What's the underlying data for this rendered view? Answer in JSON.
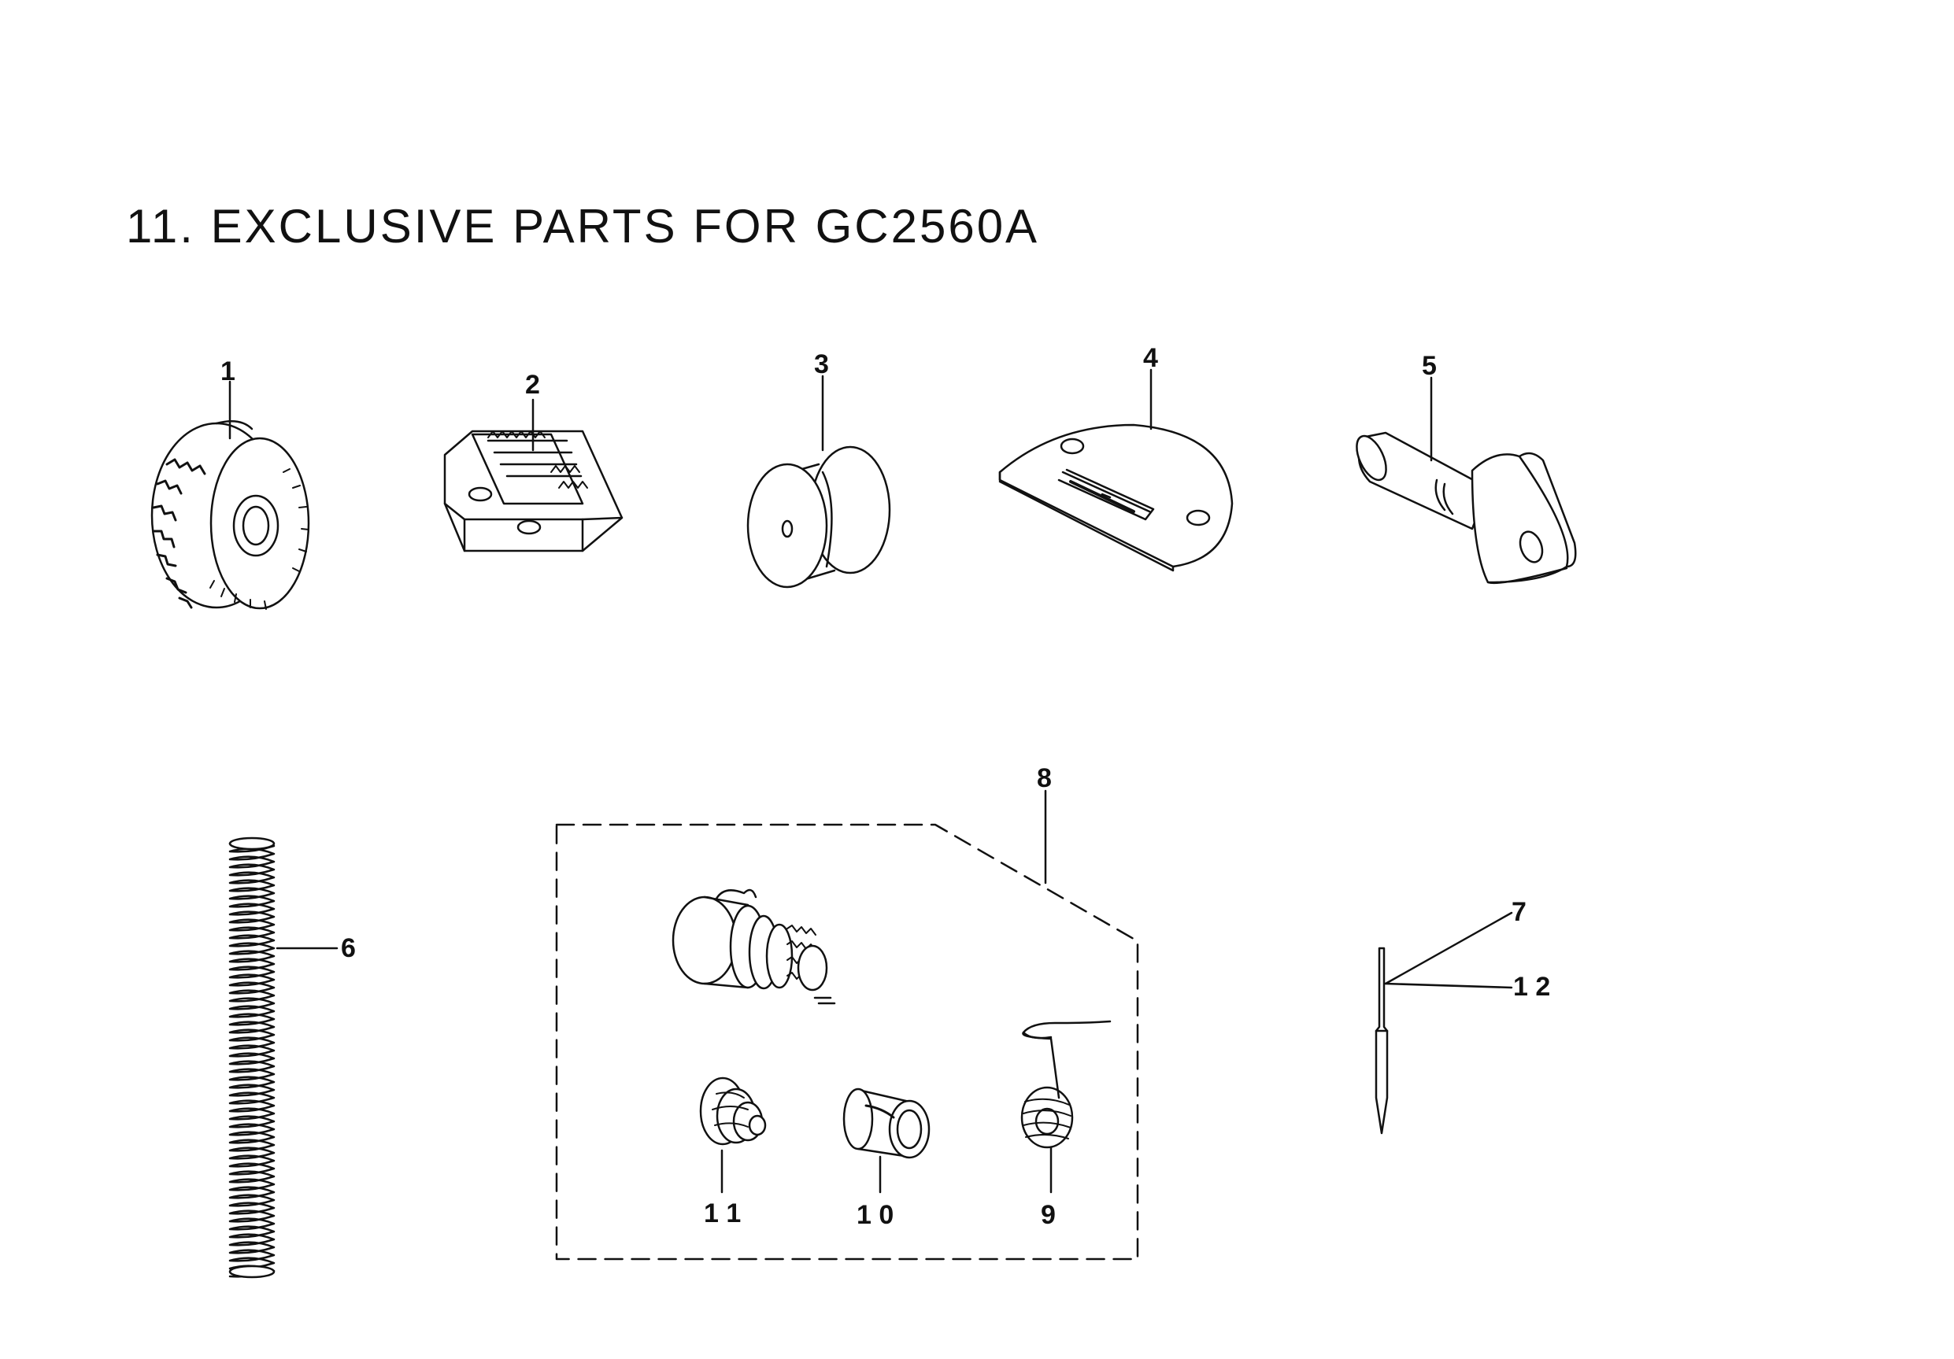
{
  "page": {
    "title": "11. EXCLUSIVE PARTS FOR GC2560A"
  },
  "callouts": {
    "c1": "1",
    "c2": "2",
    "c3": "3",
    "c4": "4",
    "c5": "5",
    "c6": "6",
    "c7": "7",
    "c8": "8",
    "c9": "9",
    "c10": "1 0",
    "c11": "1 1",
    "c12": "1 2"
  }
}
